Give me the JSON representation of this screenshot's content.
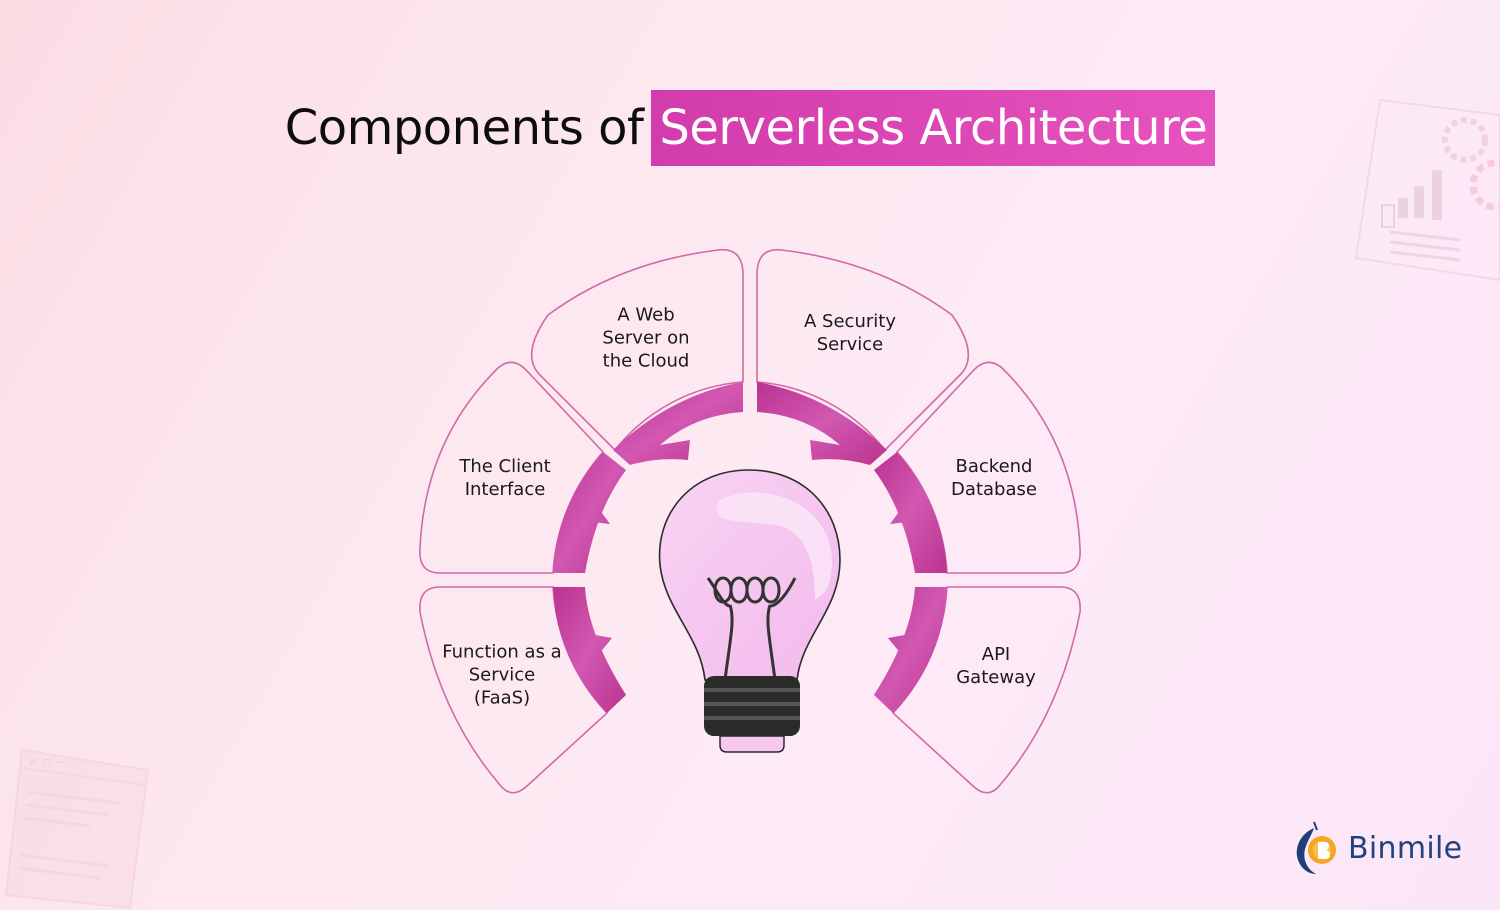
{
  "title": {
    "prefix": "Components of",
    "highlight": "Serverless Architecture"
  },
  "segments": [
    {
      "label": "A Web Server on the Cloud"
    },
    {
      "label": "A Security Service"
    },
    {
      "label": "The Client Interface"
    },
    {
      "label": "Backend Database"
    },
    {
      "label": "Function as a Service (FaaS)"
    },
    {
      "label": "API Gateway"
    }
  ],
  "brand": {
    "name": "Binmile"
  },
  "colors": {
    "accent": "#d23bab",
    "ring": "#c7449f",
    "segment_border": "#d06aa8",
    "bulb_glass": "#f6c8f0",
    "bulb_base": "#2b2b2b",
    "brand_text": "#23437f"
  }
}
